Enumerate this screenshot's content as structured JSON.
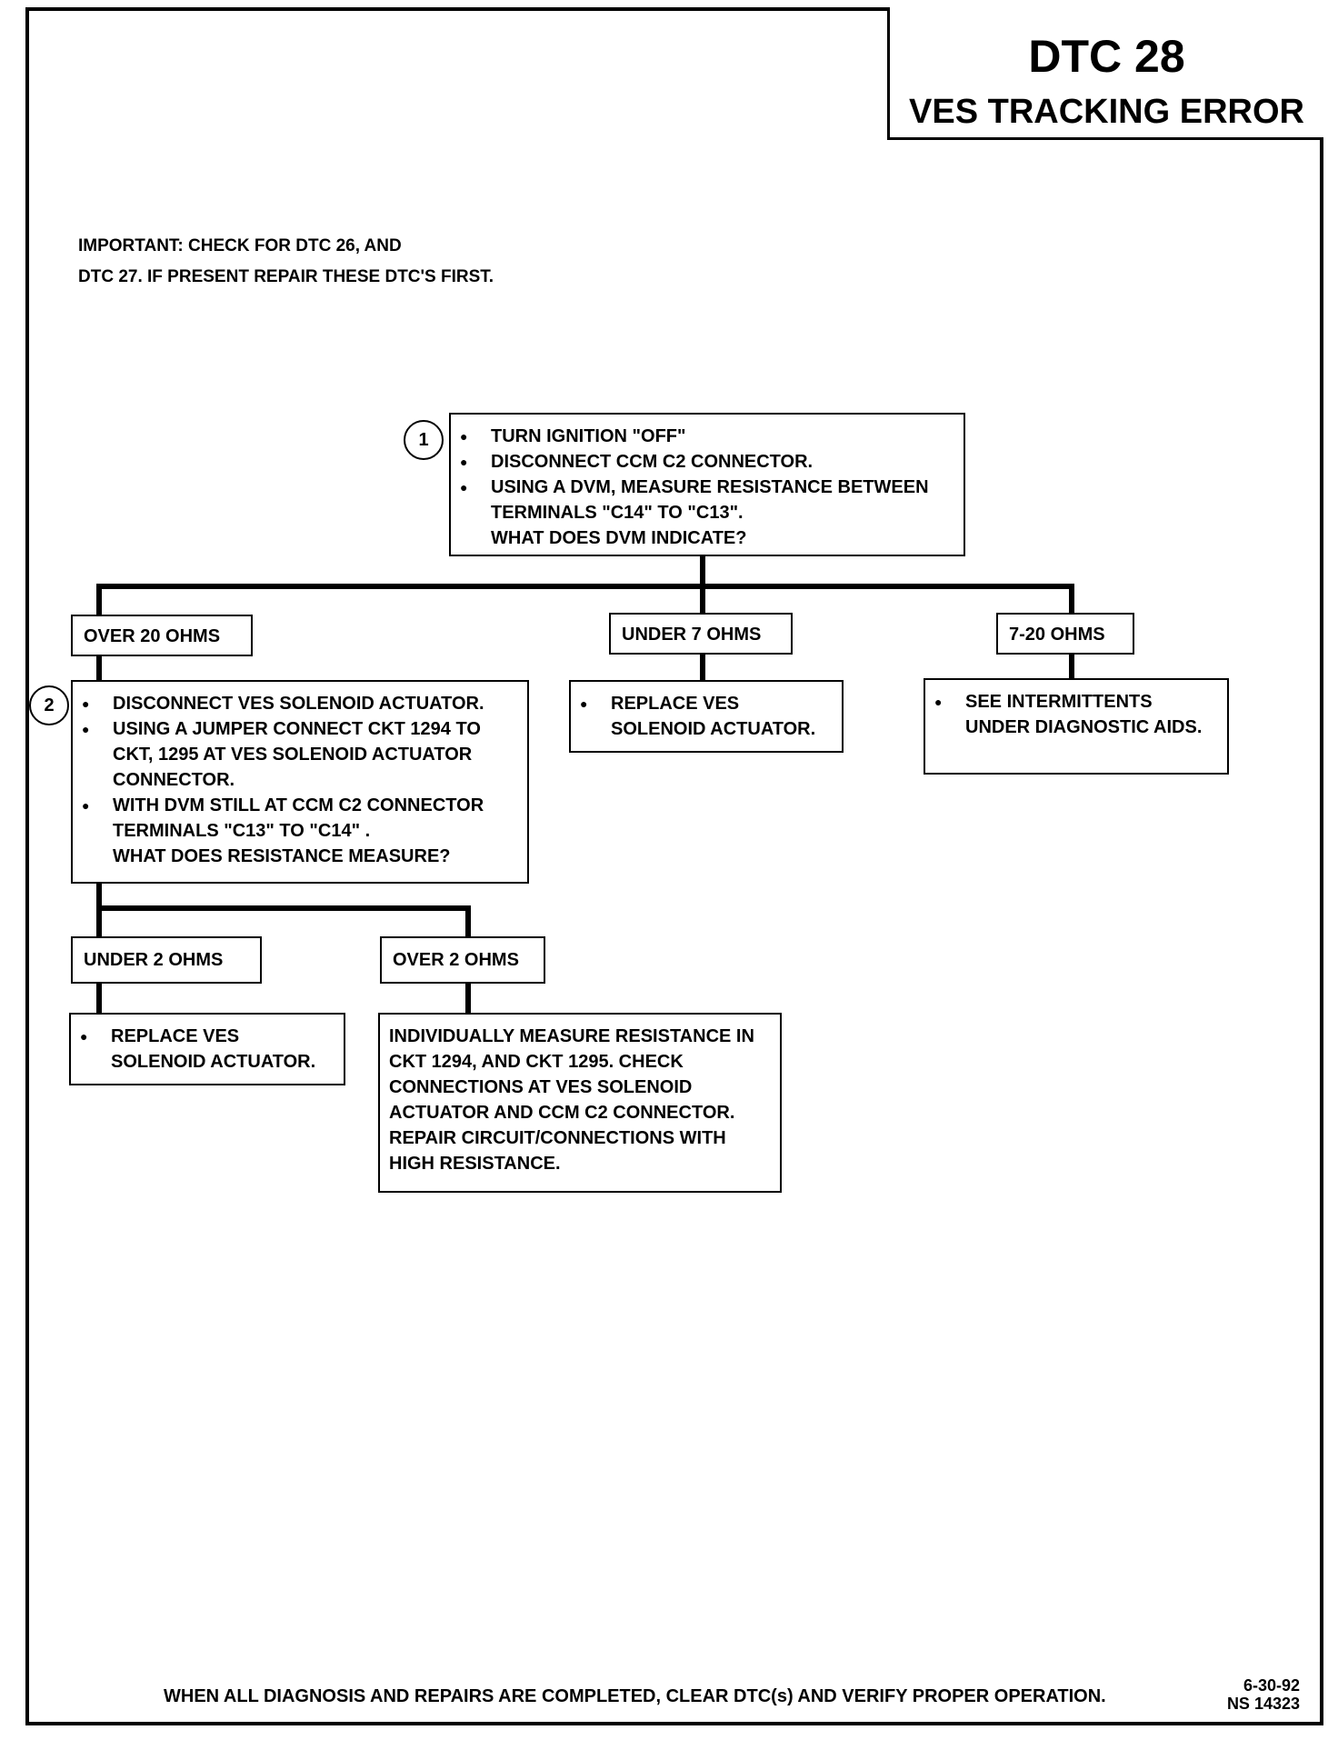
{
  "header": {
    "code": "DTC 28",
    "title": "VES TRACKING ERROR"
  },
  "important_note": {
    "line1": "IMPORTANT:  CHECK FOR DTC 26, AND",
    "line2": "DTC 27.  IF PRESENT REPAIR THESE DTC'S FIRST."
  },
  "step1": {
    "marker": "1",
    "items": [
      "TURN IGNITION \"OFF\"",
      "DISCONNECT CCM C2 CONNECTOR.",
      "USING A DVM, MEASURE RESISTANCE BETWEEN"
    ],
    "continuation": [
      "TERMINALS \"C14\" TO \"C13\".",
      "WHAT DOES DVM INDICATE?"
    ]
  },
  "branches1": {
    "over20": "OVER 20 OHMS",
    "under7": "UNDER 7 OHMS",
    "range": "7-20 OHMS"
  },
  "result_under7": {
    "line1": "REPLACE  VES",
    "line2": "SOLENOID ACTUATOR."
  },
  "result_range": {
    "line1": "SEE INTERMITTENTS",
    "line2": "UNDER DIAGNOSTIC AIDS."
  },
  "step2": {
    "marker": "2",
    "item1": "DISCONNECT VES SOLENOID ACTUATOR.",
    "item2": "USING A JUMPER CONNECT  CKT 1294 TO",
    "item2_cont": [
      "CKT, 1295 AT VES SOLENOID  ACTUATOR",
      "CONNECTOR."
    ],
    "item3": "WITH DVM STILL AT CCM C2 CONNECTOR",
    "item3_cont": [
      "TERMINALS \"C13\" TO \"C14\" .",
      "WHAT DOES RESISTANCE MEASURE?"
    ]
  },
  "branches2": {
    "under2": "UNDER 2 OHMS",
    "over2": "OVER 2 OHMS"
  },
  "result_under2": {
    "line1": "REPLACE  VES",
    "line2": "SOLENOID ACTUATOR."
  },
  "result_over2": {
    "lines": [
      "INDIVIDUALLY MEASURE RESISTANCE IN",
      "CKT 1294, AND CKT 1295.  CHECK",
      "CONNECTIONS AT VES SOLENOID",
      "ACTUATOR AND CCM C2 CONNECTOR.",
      "REPAIR CIRCUIT/CONNECTIONS WITH",
      "HIGH RESISTANCE."
    ]
  },
  "footer": {
    "instruction": "WHEN ALL DIAGNOSIS AND REPAIRS ARE COMPLETED, CLEAR DTC(s) AND VERIFY PROPER OPERATION.",
    "date": "6-30-92",
    "doc_id": "NS 14323"
  }
}
